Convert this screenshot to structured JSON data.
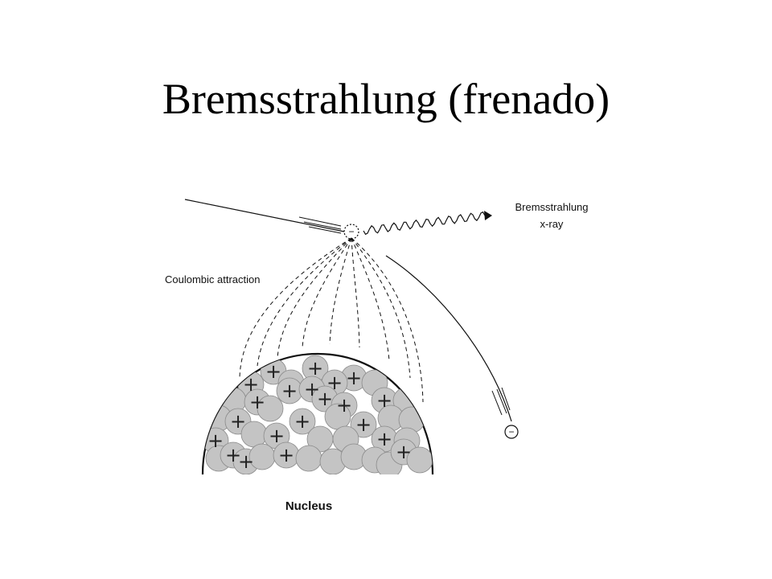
{
  "slide": {
    "title": "Bremsstrahlung (frenado)"
  },
  "diagram": {
    "labels": {
      "xray_line1": "Bremsstrahlung",
      "xray_line2": "x-ray",
      "coulombic": "Coulombic attraction",
      "nucleus": "Nucleus"
    },
    "electron_symbol": "−",
    "proton_symbol": "+",
    "colors": {
      "ink": "#111111",
      "nucleon_fill": "#c4c4c4",
      "nucleon_stroke": "#8a8a8a"
    }
  }
}
